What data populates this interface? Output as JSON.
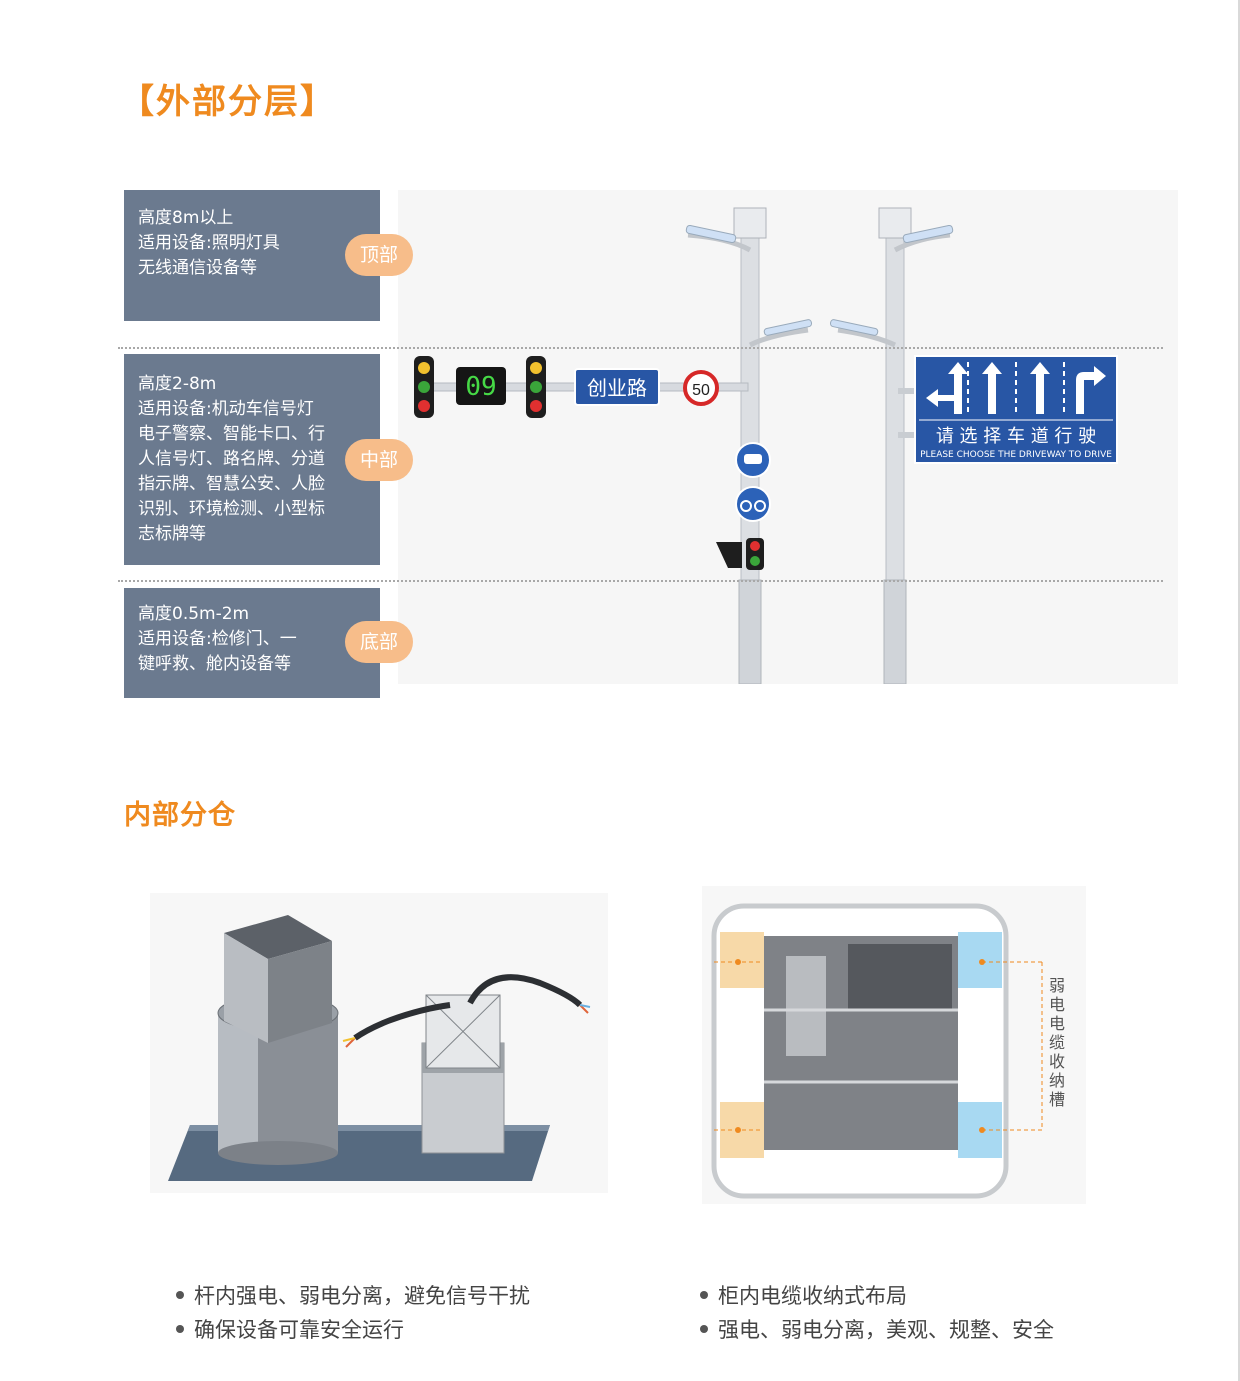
{
  "section_external": {
    "title": "【外部分层】"
  },
  "layers": [
    {
      "lines": [
        "高度8m以上",
        "适用设备:照明灯具",
        "无线通信设备等"
      ],
      "tag": "顶部"
    },
    {
      "lines": [
        "高度2-8m",
        "适用设备:机动车信号灯",
        "电子警察、智能卡口、行",
        "人信号灯、路名牌、分道",
        "指示牌、智慧公安、人脸",
        "识别、环境检测、小型标",
        "志标牌等"
      ],
      "tag": "中部"
    },
    {
      "lines": [
        "高度0.5m-2m",
        "适用设备:检修门、一",
        "键呼救、舱内设备等"
      ],
      "tag": "底部"
    }
  ],
  "poles": {
    "countdown": "09",
    "road_sign": "创业路",
    "speed_limit": "50",
    "lane_sign_cn": "请 选 择 车 道 行 驶",
    "lane_sign_en": "PLEASE CHOOSE THE DRIVEWAY TO DRIVE"
  },
  "section_internal": {
    "title": "内部分仓"
  },
  "cabinet_label": "弱电电缆收纳槽",
  "bullets_left": [
    "杆内强电、弱电分离，避免信号干扰",
    "确保设备可靠安全运行"
  ],
  "bullets_right": [
    "柜内电缆收纳式布局",
    "强电、弱电分离，美观、规整、安全"
  ],
  "colors": {
    "accent": "#ef8a1f",
    "panel": "#6b7a8f",
    "tag": "#f7bd8a",
    "sign_blue": "#2856a5"
  }
}
